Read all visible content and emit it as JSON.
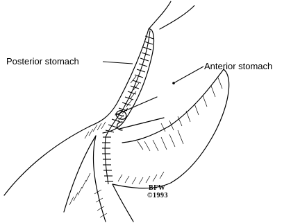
{
  "labels": {
    "posterior": "Posterior stomach",
    "anterior": "Anterior stomach"
  },
  "signature": {
    "initials": "BFW",
    "year": "©1993"
  }
}
